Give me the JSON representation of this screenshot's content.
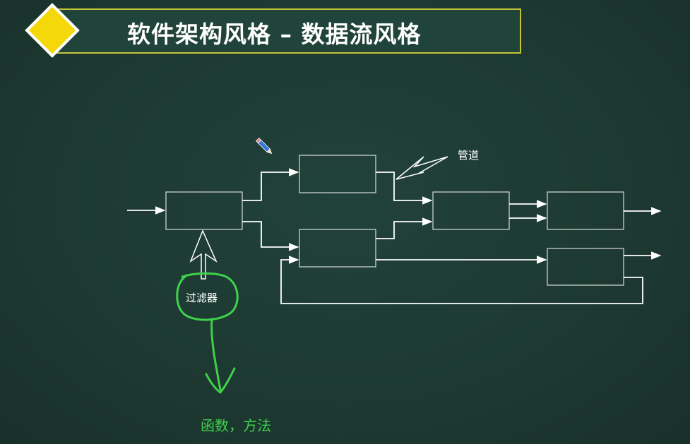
{
  "slide": {
    "title": "软件架构风格 – 数据流风格"
  },
  "diagram": {
    "pipe_label": "管道",
    "filter_label": "过滤器",
    "note_label": "函数，方法"
  },
  "colors": {
    "background": "#1d3a33",
    "title_border": "#c8c43a",
    "diamond_fill": "#f5d80a",
    "diamond_border": "#ffffff",
    "line": "#ffffff",
    "box_stroke": "#d8dcd8",
    "annotation_green": "#3fd14a"
  },
  "icons": {
    "cursor": "pencil-icon"
  }
}
